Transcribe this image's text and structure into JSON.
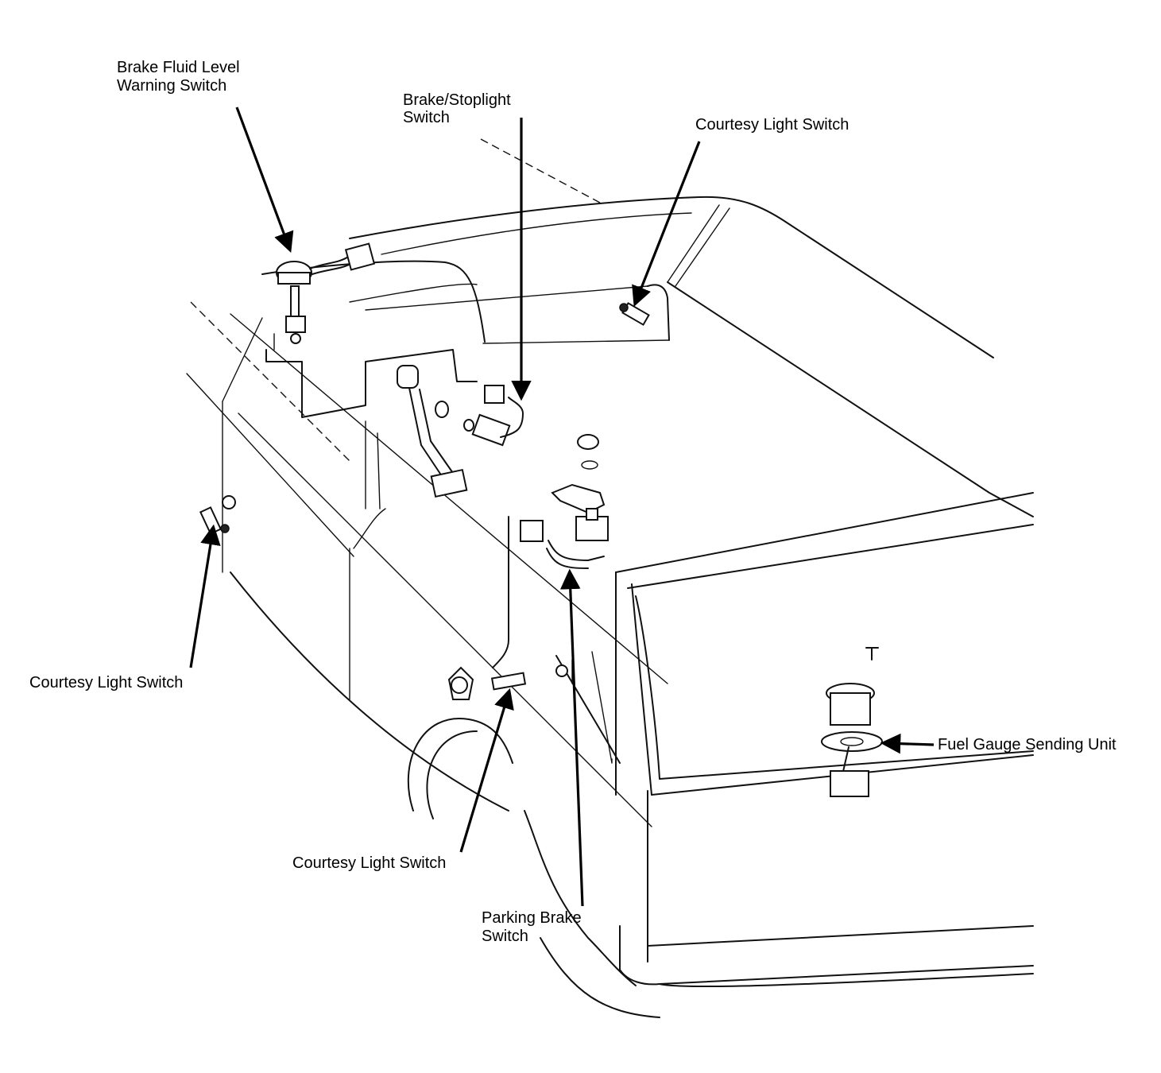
{
  "labels": {
    "brake_fluid_line1": "Brake Fluid Level",
    "brake_fluid_line2": "Warning Switch",
    "stoplight_line1": "Brake/Stoplight",
    "stoplight_line2": "Switch",
    "courtesy_top_right": "Courtesy Light Switch",
    "courtesy_left": "Courtesy Light Switch",
    "courtesy_bottom": "Courtesy Light Switch",
    "parking_line1": "Parking Brake",
    "parking_line2": "Switch",
    "fuel_gauge": "Fuel Gauge Sending Unit"
  }
}
